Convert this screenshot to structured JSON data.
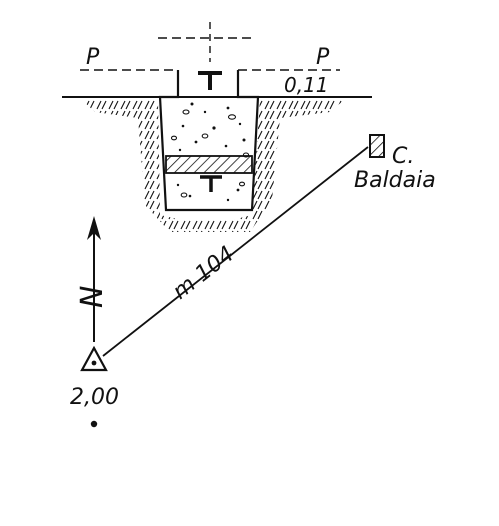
{
  "labels": {
    "plane_left": "P",
    "plane_right": "P",
    "depth": "0,11",
    "station_prefix": "C.",
    "station_name": "Baldaia",
    "distance": "m 104",
    "north": "N",
    "elevation": "2,00"
  },
  "colors": {
    "ink": "#111111",
    "background": "#ffffff"
  }
}
